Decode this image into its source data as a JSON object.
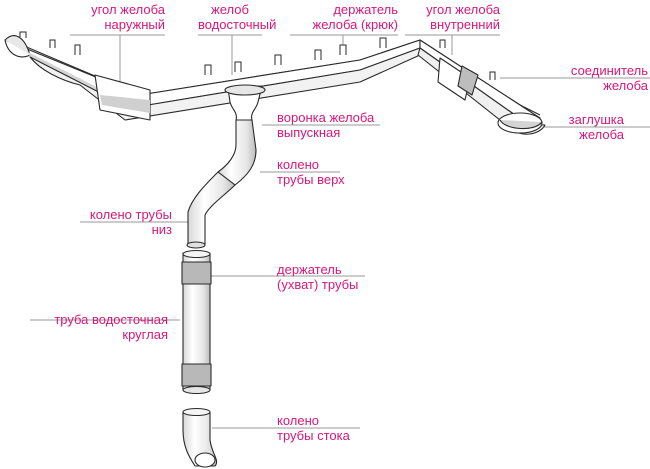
{
  "labels": {
    "outer_corner": [
      "угол желоба",
      "наружный"
    ],
    "gutter": [
      "желоб",
      "водосточный"
    ],
    "hook": [
      "держатель",
      "желоба (крюк)"
    ],
    "inner_corner": [
      "угол желоба",
      "внутренний"
    ],
    "connector": [
      "соединитель",
      "желоба"
    ],
    "end_cap": [
      "заглушка",
      "желоба"
    ],
    "funnel": [
      "воронка желоба",
      "выпускная"
    ],
    "elbow_top": [
      "колено",
      "трубы верх"
    ],
    "elbow_bottom": [
      "колено трубы",
      "низ"
    ],
    "pipe_clamp": [
      "держатель",
      "(ухват) трубы"
    ],
    "pipe": [
      "труба водосточная",
      "круглая"
    ],
    "drain_elbow": [
      "колено",
      "трубы стока"
    ]
  },
  "colors": {
    "label": "#d6187a",
    "leader": "#9a9a9a",
    "stroke": "#2a2a2a",
    "fill": "#ffffff",
    "shade": "#cfcfcf"
  }
}
